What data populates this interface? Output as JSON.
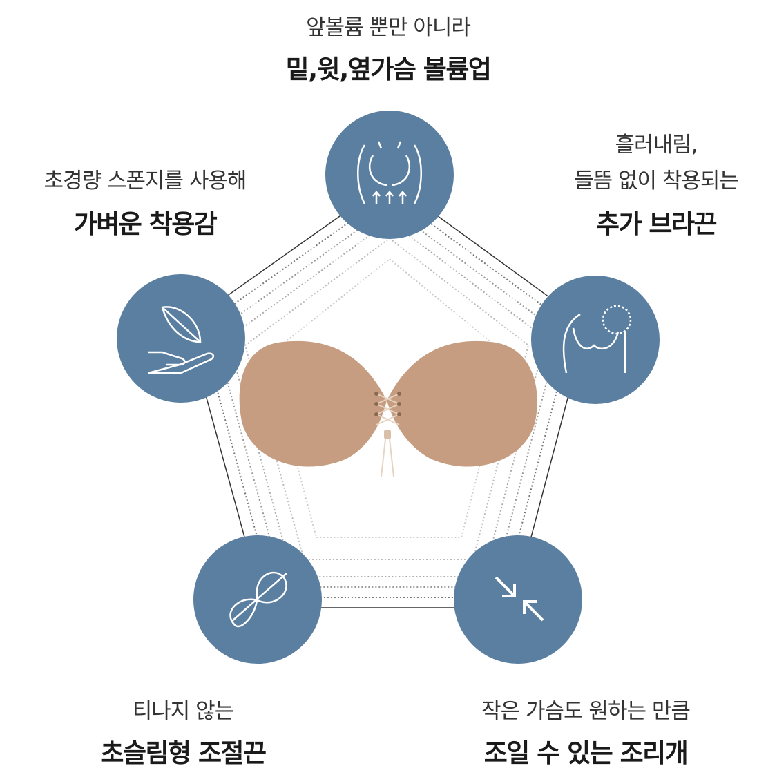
{
  "colors": {
    "circle": "#5b7fa1",
    "icon": "#ffffff",
    "product": "#c69d80"
  },
  "features": [
    {
      "id": "top",
      "line1": "앞볼륨 뿐만 아니라",
      "bold": "밑,윗,옆가슴 볼륨업",
      "icon": "chest-lift-icon"
    },
    {
      "id": "right",
      "line1": "흘러내림,",
      "line2": "들뜸 없이 착용되는",
      "bold": "추가 브라끈",
      "icon": "bra-strap-icon"
    },
    {
      "id": "left",
      "line1": "초경량 스폰지를 사용해",
      "bold": "가벼운 착용감",
      "icon": "feather-hand-icon"
    },
    {
      "id": "bottom-left",
      "line1": "티나지 않는",
      "bold": "초슬림형 조절끈",
      "icon": "knot-icon"
    },
    {
      "id": "bottom-right",
      "line1": "작은 가슴도 원하는 만큼",
      "bold": "조일 수 있는 조리개",
      "icon": "shrink-arrows-icon"
    }
  ]
}
